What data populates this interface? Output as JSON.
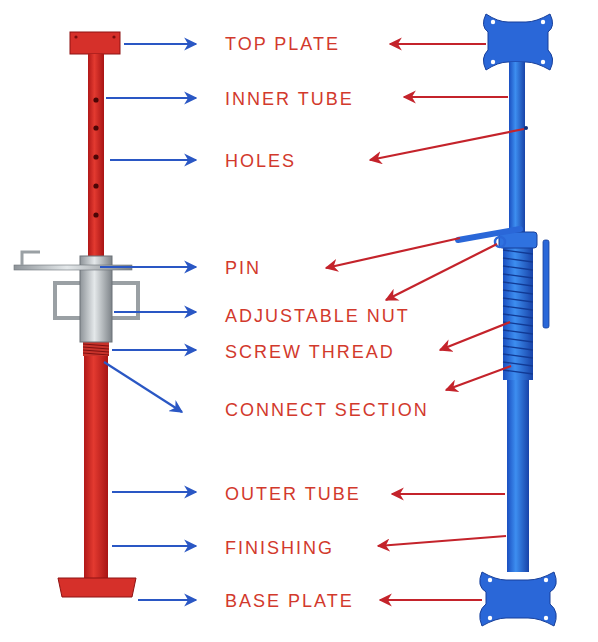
{
  "diagram": {
    "labels": [
      "TOP PLATE",
      "INNER TUBE",
      "HOLES",
      "PIN",
      "ADJUSTABLE NUT",
      "SCREW THREAD",
      "CONNECT SECTION",
      "OUTER TUBE",
      "FINISHING",
      "BASE PLATE"
    ]
  }
}
